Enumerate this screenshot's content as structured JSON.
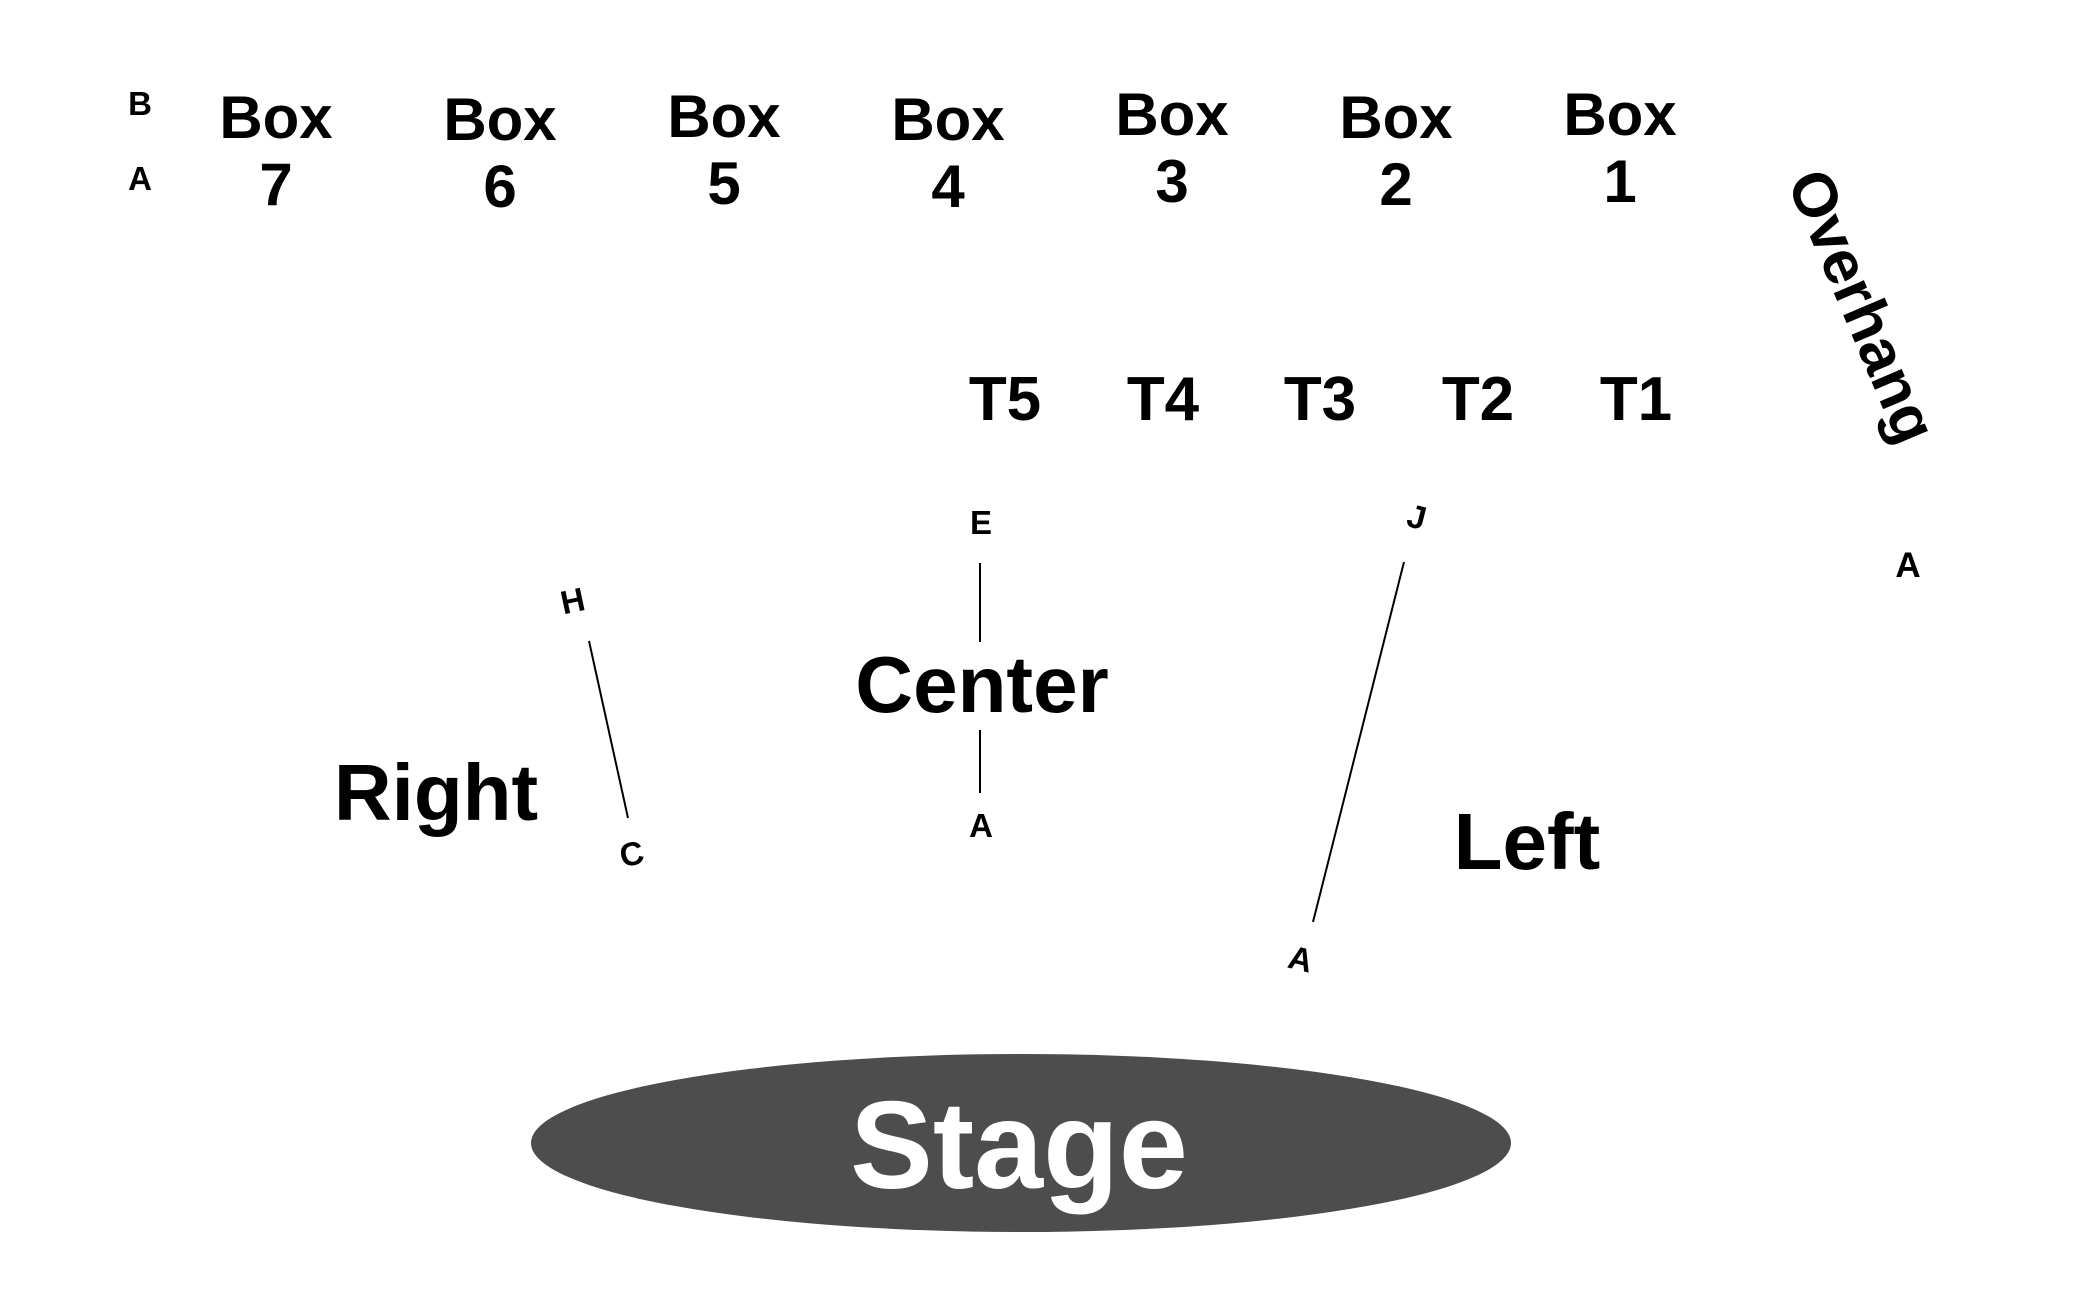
{
  "colors": {
    "background": "#ffffff",
    "text": "#000000",
    "stage_fill": "#4d4d4d",
    "stage_text": "#ffffff"
  },
  "boxes": {
    "row_labels": [
      "B",
      "A"
    ],
    "items": [
      {
        "word": "Box",
        "number": "7"
      },
      {
        "word": "Box",
        "number": "6"
      },
      {
        "word": "Box",
        "number": "5"
      },
      {
        "word": "Box",
        "number": "4"
      },
      {
        "word": "Box",
        "number": "3"
      },
      {
        "word": "Box",
        "number": "2"
      },
      {
        "word": "Box",
        "number": "1"
      }
    ]
  },
  "overhang": {
    "label": "Overhang",
    "row_label": "A"
  },
  "tables": [
    "T5",
    "T4",
    "T3",
    "T2",
    "T1"
  ],
  "sections": {
    "right": {
      "label": "Right",
      "row_start": "H",
      "row_end": "C"
    },
    "center": {
      "label": "Center",
      "row_start": "E",
      "row_end": "A"
    },
    "left": {
      "label": "Left",
      "row_start": "J",
      "row_end": "A"
    }
  },
  "stage": {
    "label": "Stage"
  }
}
